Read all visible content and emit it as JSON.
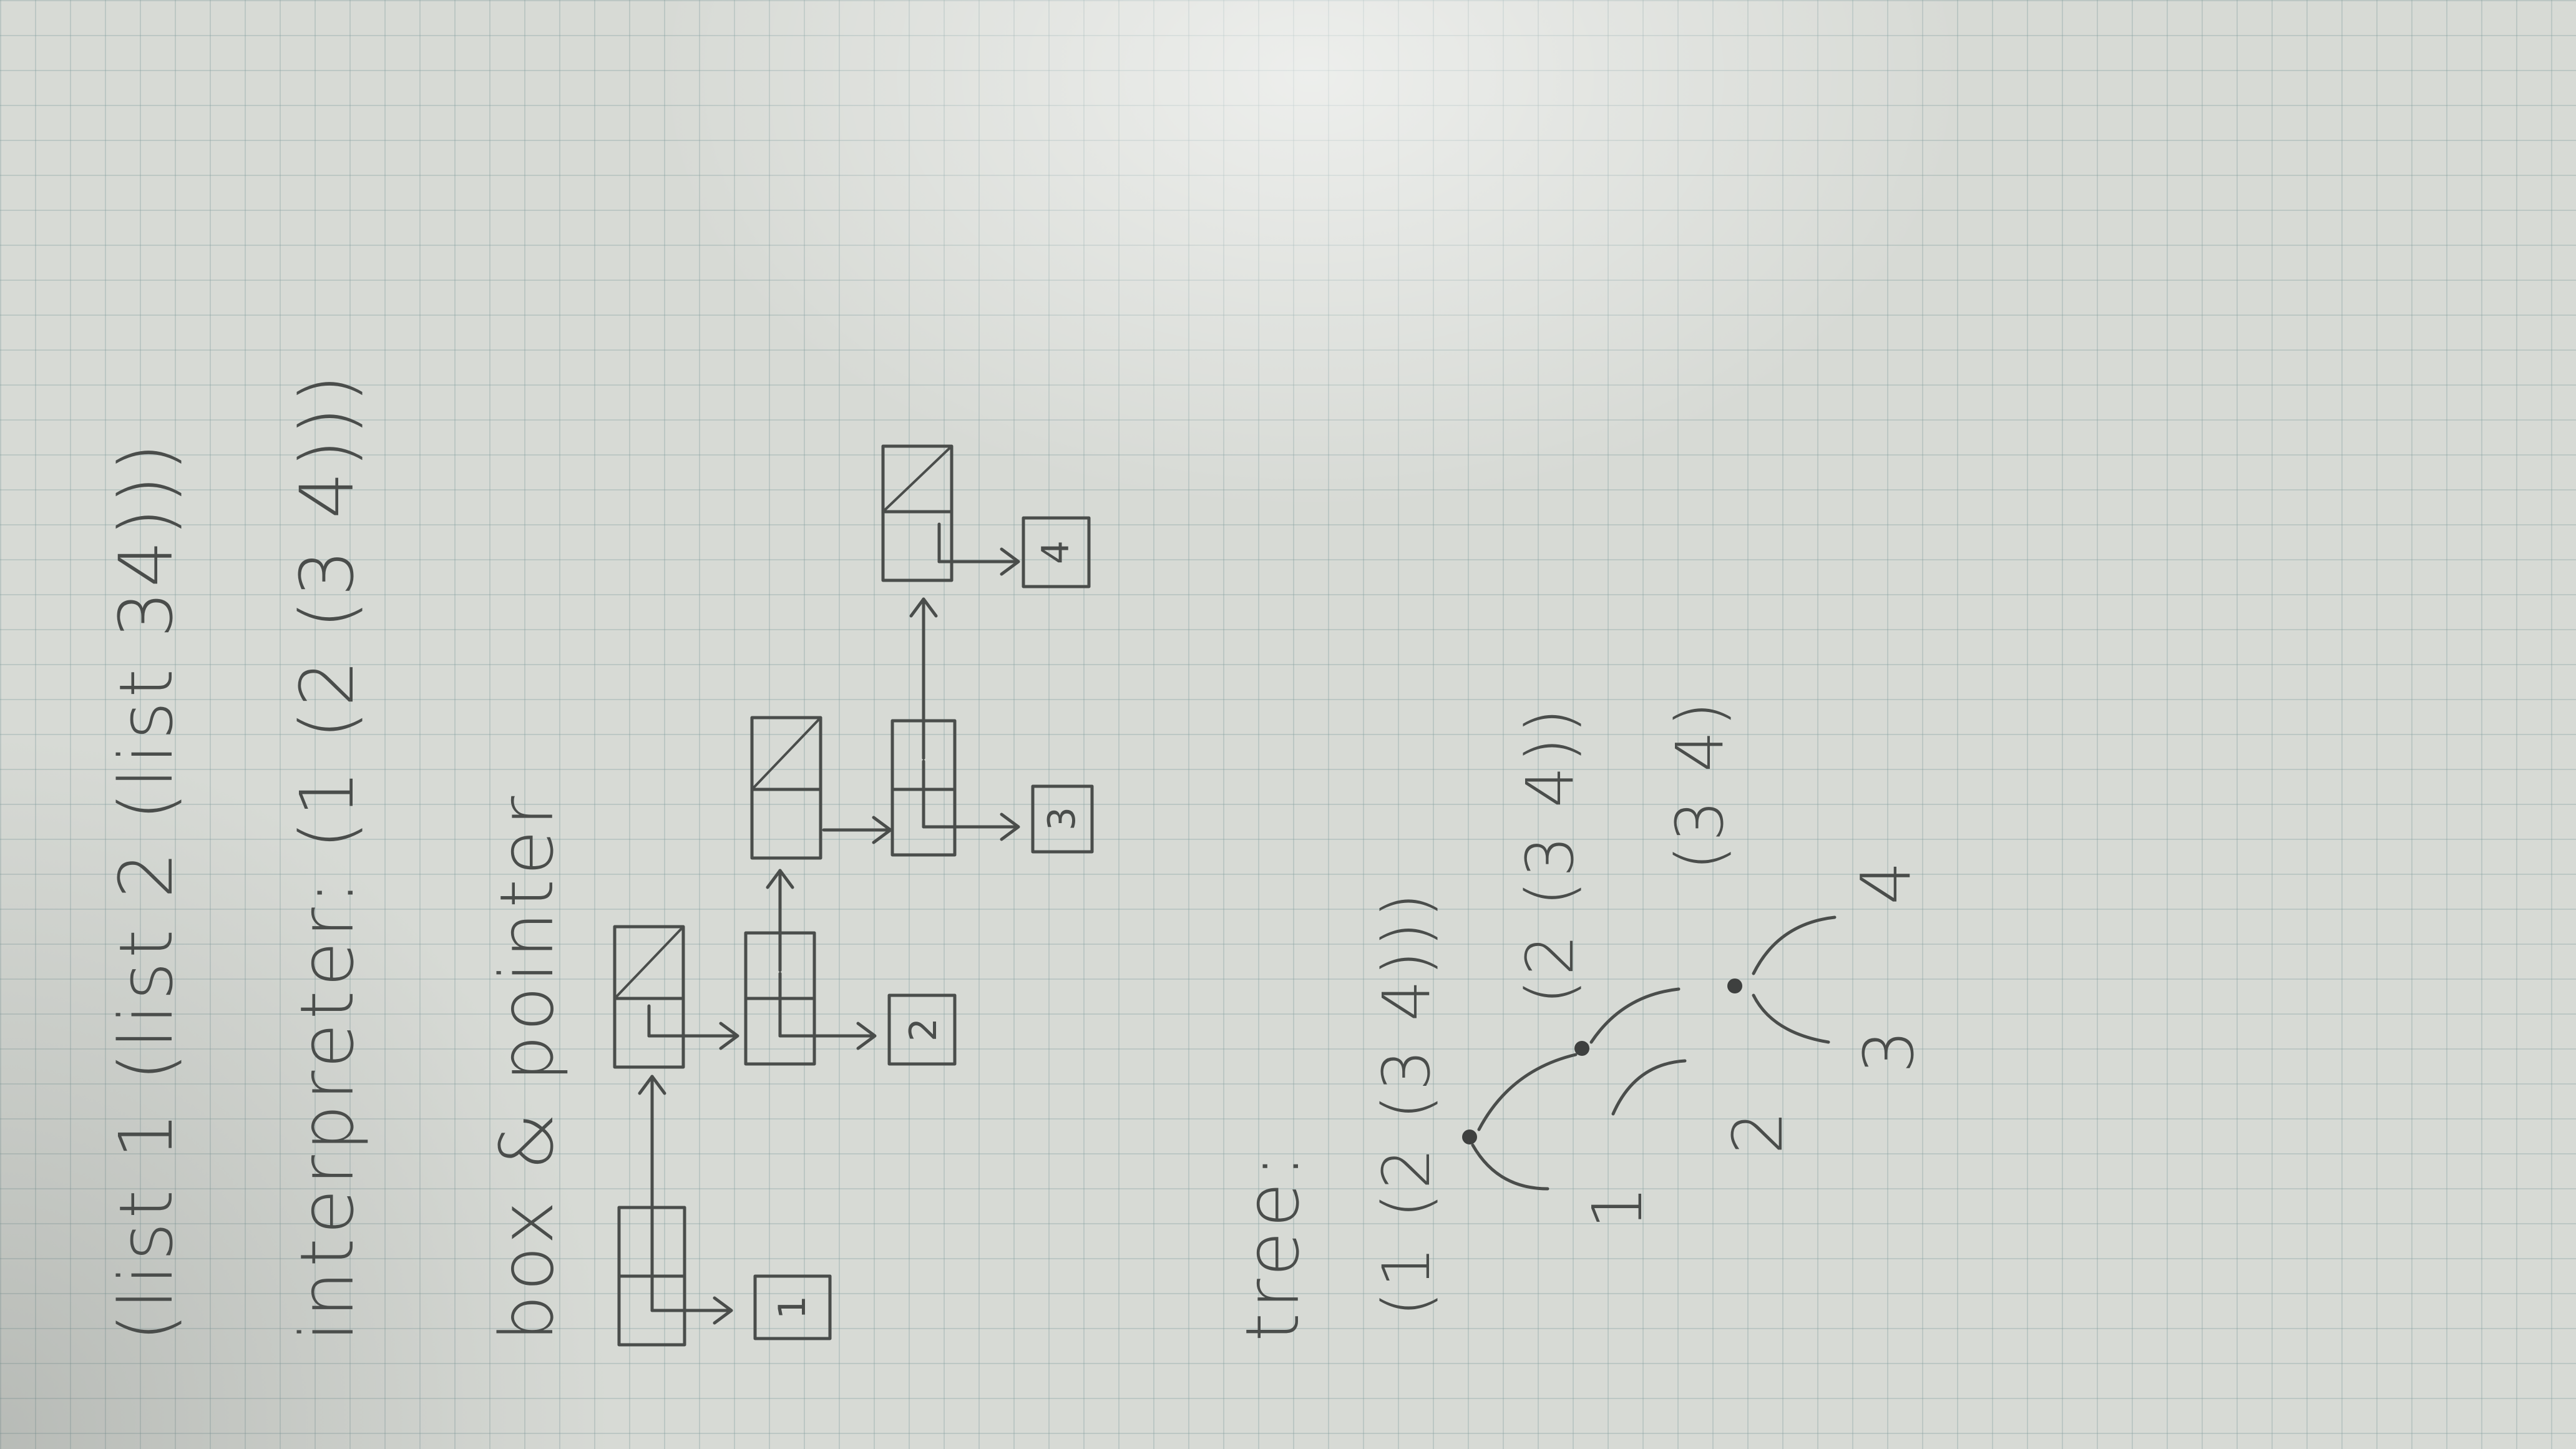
{
  "notes": {
    "line1": "(list 1 (list 2 (list 34)))",
    "line2": "interpreter: (1 (2 (3 4)))",
    "heading_box": "box & pointer",
    "heading_tree": "tree:"
  },
  "box_pointer": {
    "values": [
      "1",
      "2",
      "3",
      "4"
    ]
  },
  "tree": {
    "root_label": "(1 (2 (3 4)))",
    "node2_label": "(2 (3 4))",
    "node3_label": "(3 4)",
    "leaves": [
      "1",
      "2",
      "3",
      "4"
    ]
  }
}
